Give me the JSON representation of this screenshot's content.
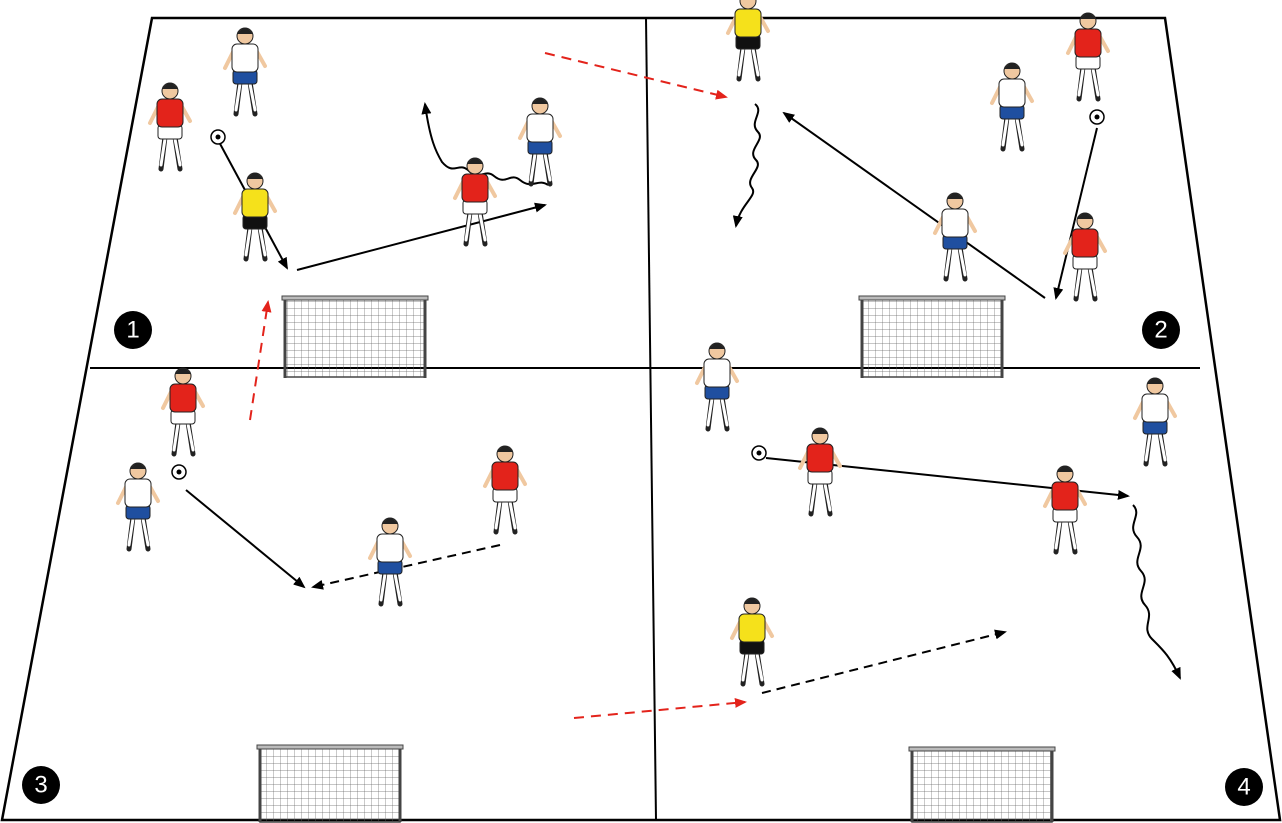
{
  "diagram": {
    "zones": [
      {
        "label": "1"
      },
      {
        "label": "2"
      },
      {
        "label": "3"
      },
      {
        "label": "4"
      }
    ],
    "legend_colors": {
      "pass": "#000000",
      "player_run": "#000000",
      "neutral_run": "#e3231b",
      "dribble": "#000000"
    },
    "team_colors": {
      "red_team": "#e3231b",
      "white_team": "#ffffff",
      "blue_shorts": "#1f4fa0",
      "neutral_player": "#f5e11b"
    }
  }
}
